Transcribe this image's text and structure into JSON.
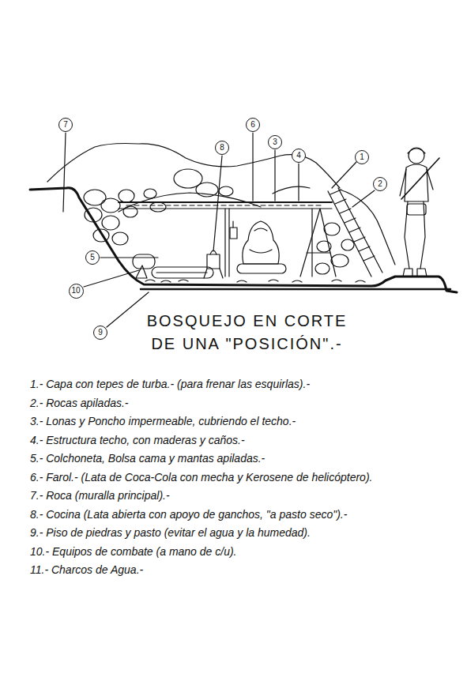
{
  "diagram": {
    "title": "BOSQUEJO EN CORTE DE UNA \"POSICIÓN\".-",
    "nodes": [
      {
        "text": [
          "7"
        ]
      },
      {
        "text": [
          "6"
        ]
      },
      {
        "text": [
          "3"
        ]
      },
      {
        "text": [
          "8"
        ]
      },
      {
        "text": [
          "4"
        ]
      },
      {
        "text": [
          "1"
        ]
      },
      {
        "text": [
          "2"
        ]
      },
      {
        "text": [
          "5"
        ]
      },
      {
        "text": [
          "10"
        ]
      },
      {
        "text": [
          "9"
        ]
      }
    ],
    "labels": [
      "1.- Capa con tepes de turba.- (para frenar las esquirlas).-",
      "2.- Rocas apiladas.-",
      "3.- Lonas y Poncho impermeable, cubriendo el techo.-",
      "4.- Estructura techo, con maderas y caños.-",
      "5.- Colchoneta, Bolsa cama y mantas apiladas.-",
      "6.- Farol.- (Lata de Coca-Cola con mecha y Kerosene de helicóptero).",
      "7.- Roca (muralla principal).-",
      "8.- Cocina (Lata abierta con apoyo de ganchos, \"a pasto seco\").-",
      "9.- Piso de piedras y pasto (evitar el agua y la humedad).",
      "10.- Equipos de combate (a mano de c/u).",
      "11.- Charcos de Agua.-"
    ]
  }
}
